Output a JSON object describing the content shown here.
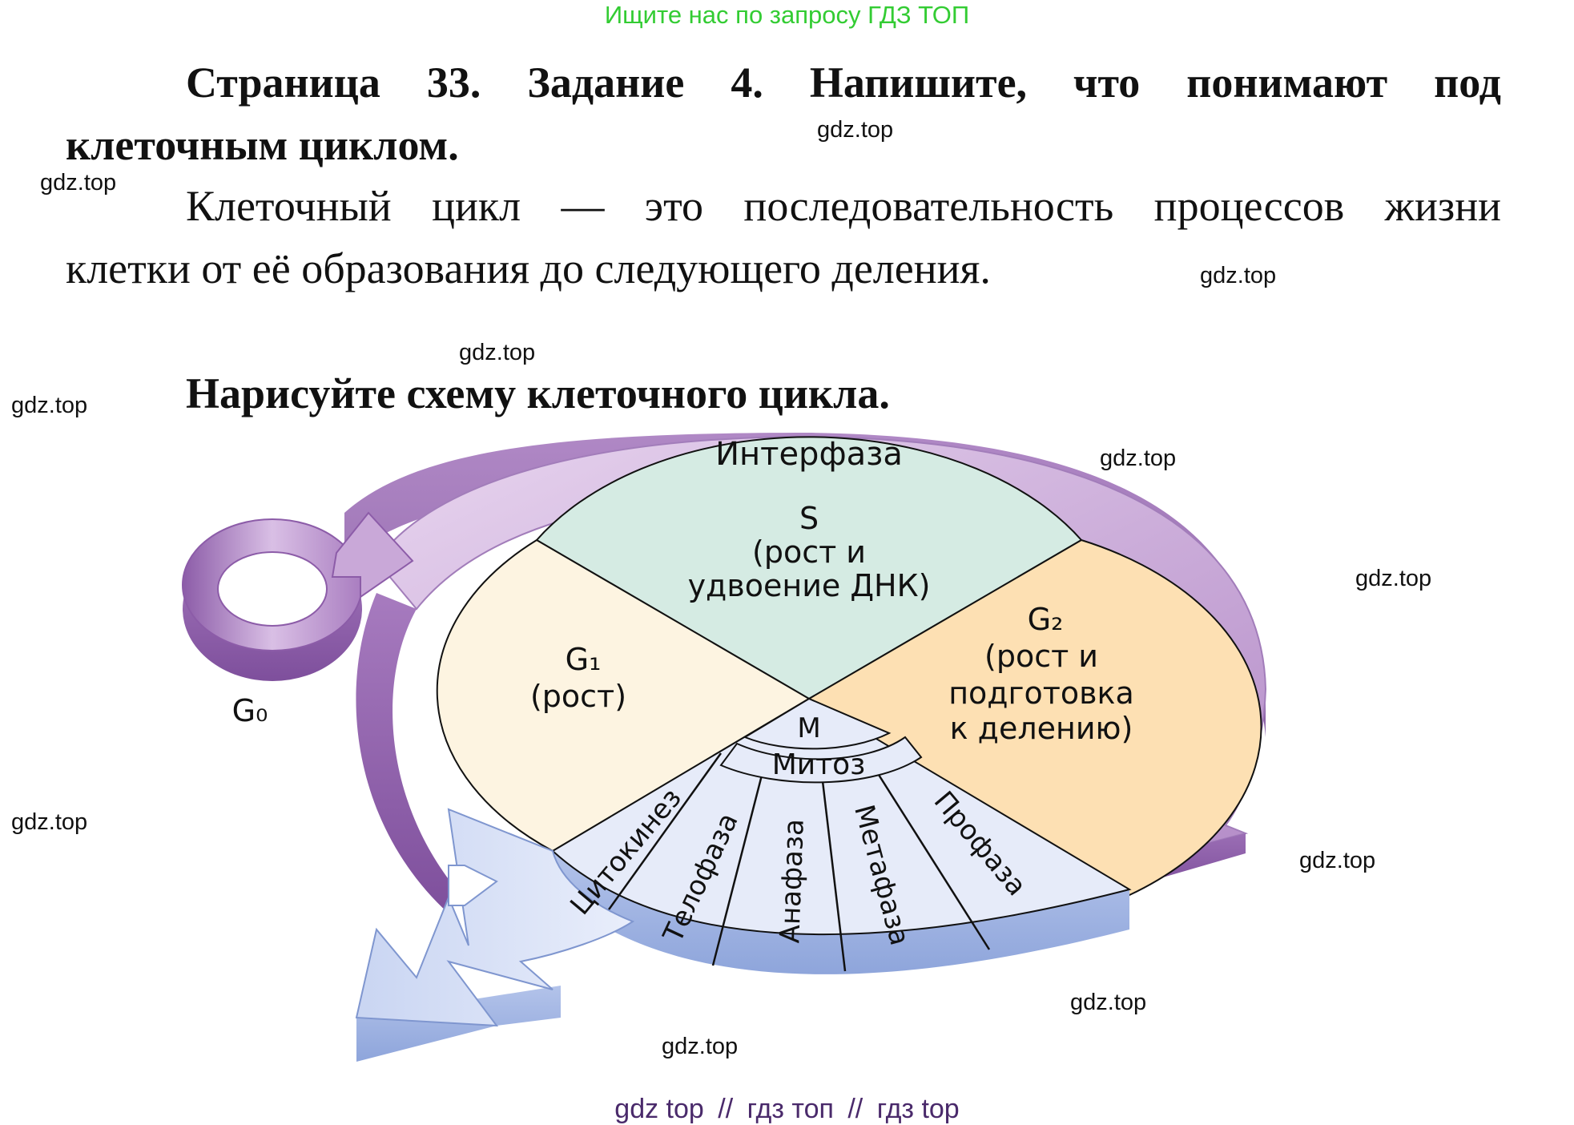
{
  "top_notice": "Ищите нас по запросу ГДЗ ТОП",
  "task_line1": "Страница 33. Задание 4. Напишите, что понимают под",
  "task_line2": "клеточным циклом.",
  "answer_line1": "Клеточный цикл — это последовательность процессов жизни",
  "answer_line2": "клетки от её образования до следующего деления.",
  "task2": "Нарисуйте схему клеточного цикла.",
  "watermark": "gdz.top",
  "diagram": {
    "interphase": "Интерфаза",
    "s_title": "S",
    "s_line1": "(рост и",
    "s_line2": "удвоение ДНК)",
    "g1_title": "G₁",
    "g1_desc": "(рост)",
    "g2_title": "G₂",
    "g2_line1": "(рост и",
    "g2_line2": "подготовка",
    "g2_line3": "к делению)",
    "g0": "G₀",
    "m_title": "M",
    "mitosis": "Митоз",
    "phases": [
      "Цитокинез",
      "Телофаза",
      "Анафаза",
      "Метафаза",
      "Профаза"
    ],
    "colors": {
      "s": "#d5ebe3",
      "g1": "#fdf4e1",
      "g2": "#fde0b3",
      "m": "#e6ebf9",
      "interphase_arrow": "#c9a8d8",
      "mitosis_arrow": "#b7c6ea"
    }
  },
  "footer": {
    "part1": "gdz top",
    "sep1": "//",
    "part2": "гдз топ",
    "sep2": "//",
    "part3": "гдз top"
  }
}
